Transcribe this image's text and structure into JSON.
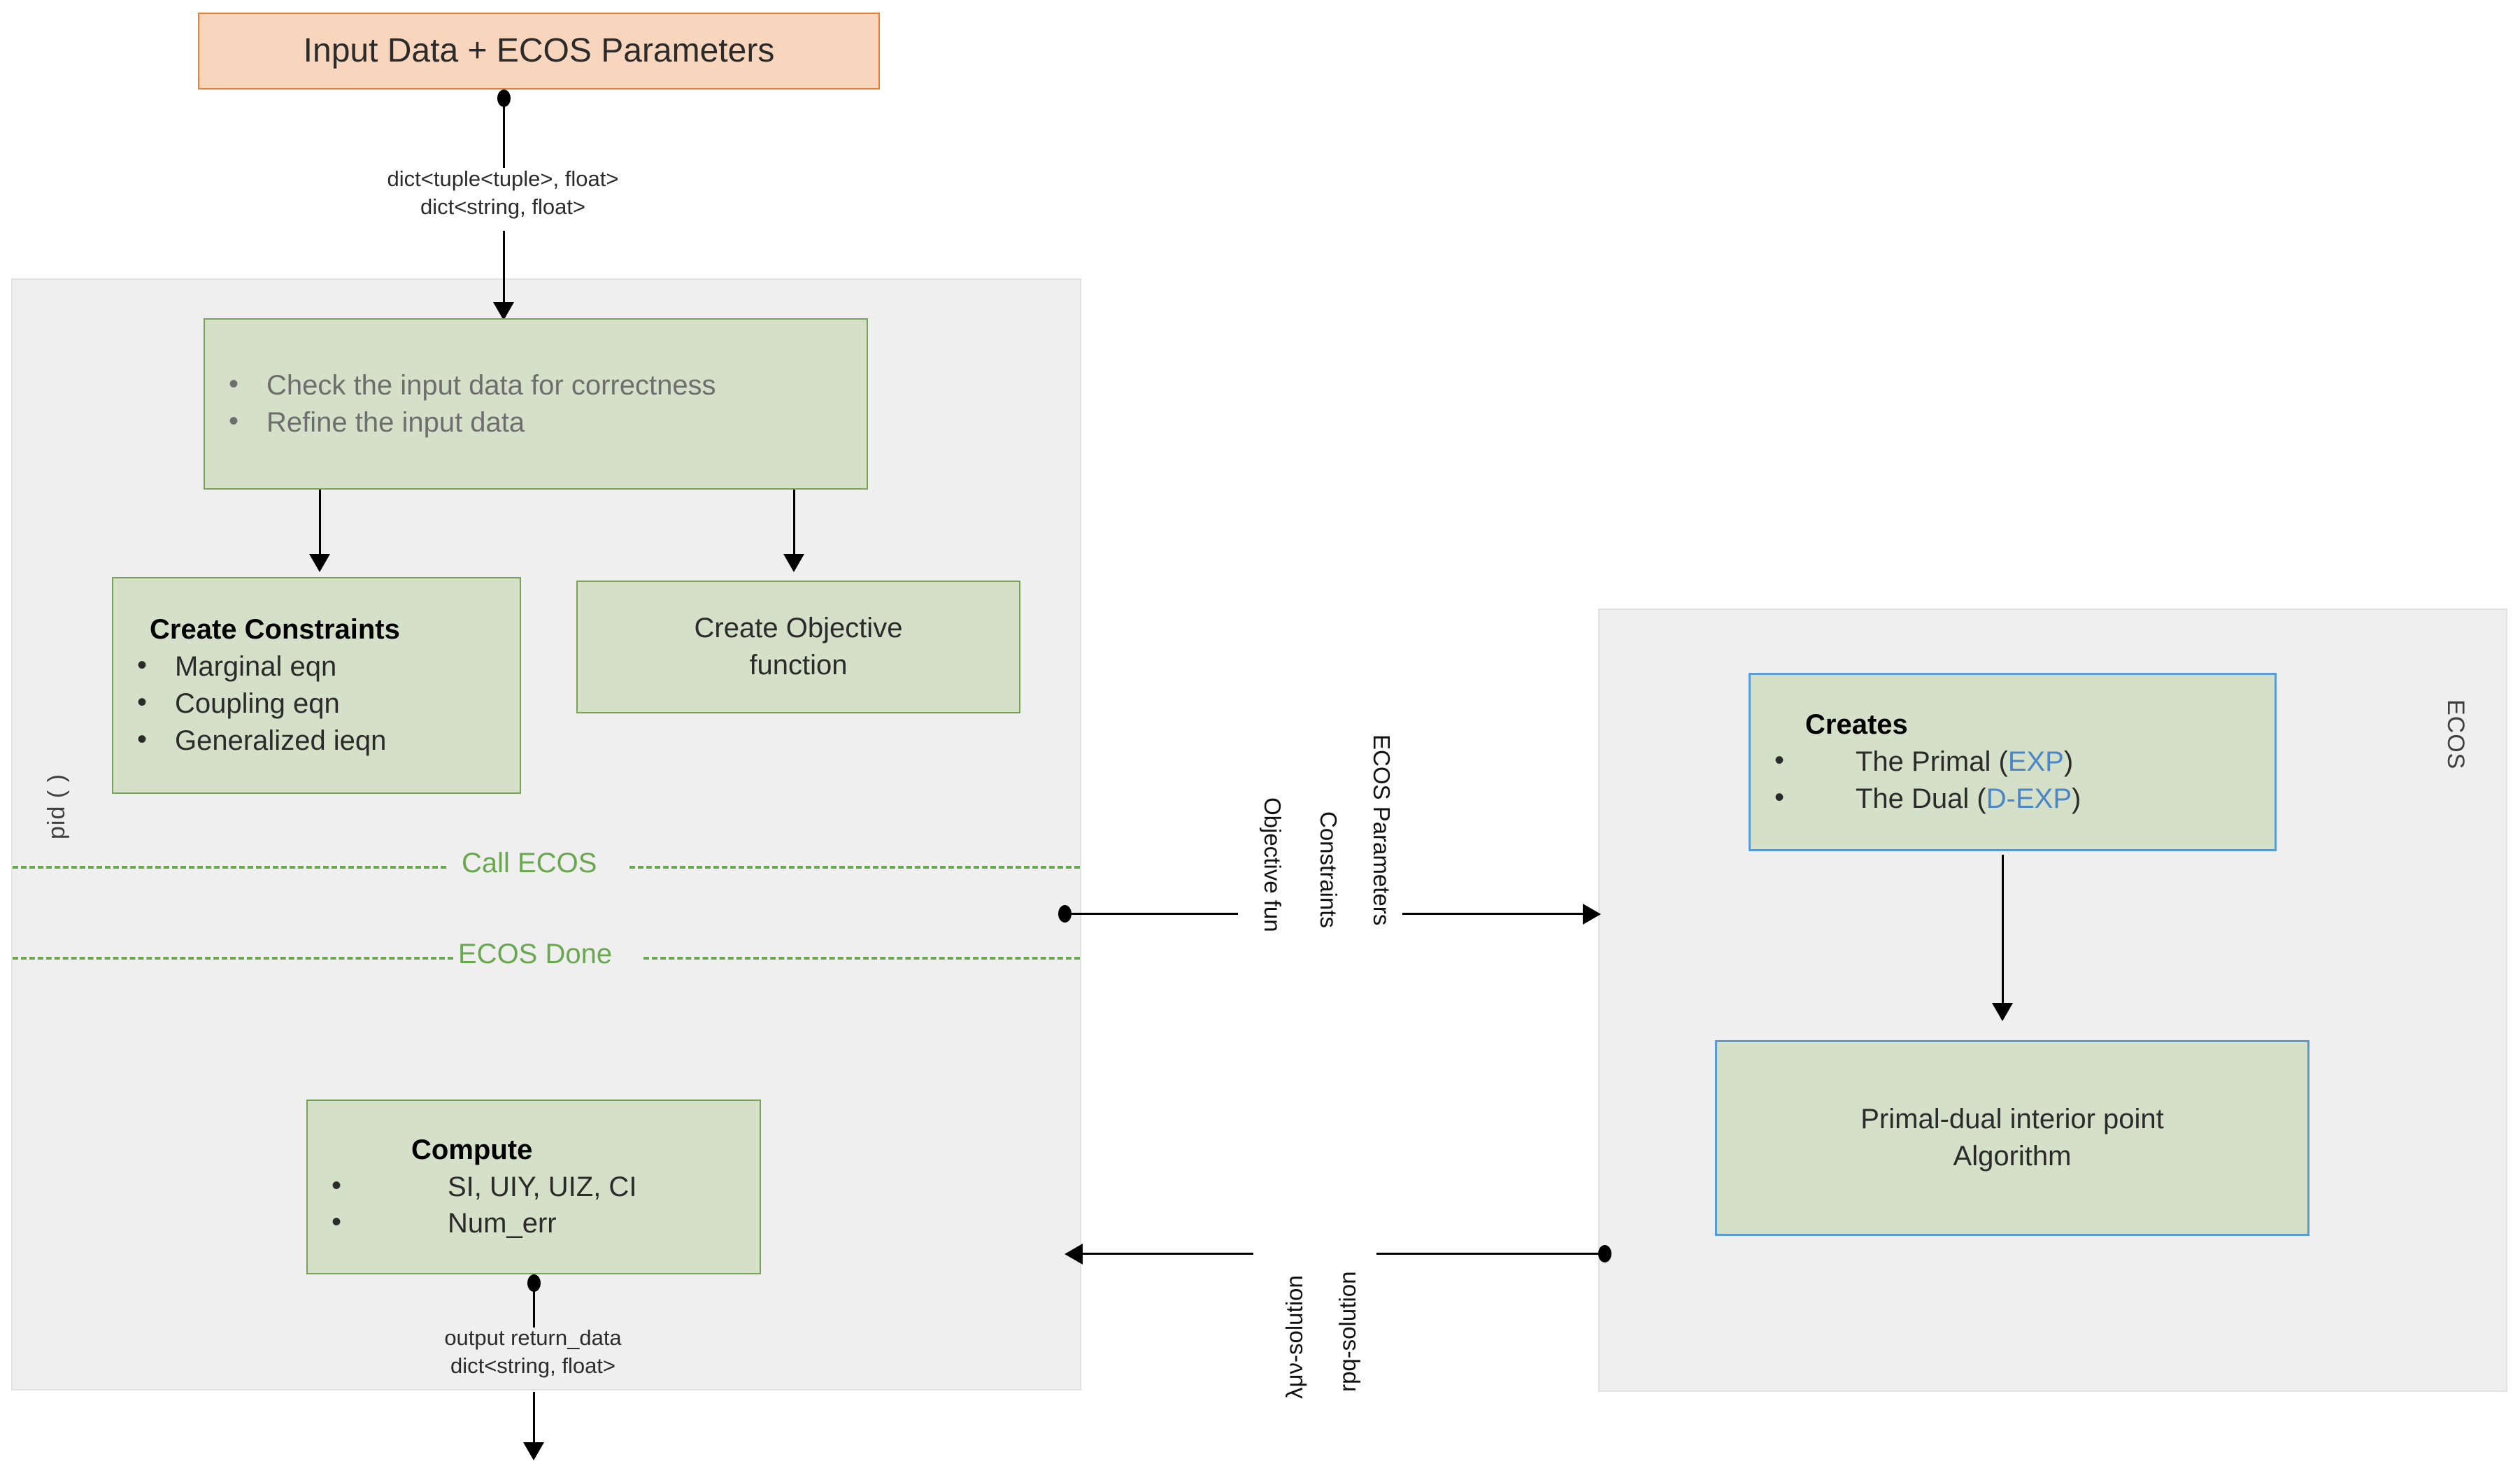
{
  "diagram": {
    "lanes": [
      {
        "name": "pid-lane",
        "label": "pid ( )"
      },
      {
        "name": "ecos-lane",
        "label": "ECOS"
      }
    ],
    "input_node": {
      "label": "Input Data + ECOS Parameters",
      "fill": "#f8d5bd",
      "border": "#ed7d31"
    },
    "input_edge_caption": {
      "line1": "dict<tuple<tuple>, float>",
      "line2": "dict<string, float>"
    },
    "check_node": {
      "bullets": [
        "Check the input data for correctness",
        "Refine the input data"
      ]
    },
    "constraints_node": {
      "title": "Create Constraints",
      "bullets": [
        "Marginal eqn",
        "Coupling eqn",
        "Generalized ieqn"
      ]
    },
    "objective_node": {
      "line1": "Create Objective",
      "line2": "function"
    },
    "separators": [
      {
        "name": "call-ecos",
        "label": "Call ECOS"
      },
      {
        "name": "ecos-done",
        "label": "ECOS Done"
      }
    ],
    "compute_node": {
      "title": "Compute",
      "bullets": [
        "SI, UIY, UIZ, CI",
        "Num_err"
      ]
    },
    "output_edge_caption": {
      "line1": "output return_data",
      "line2": "dict<string, float>"
    },
    "request_edge_labels": [
      "ECOS Parameters",
      "Constraints",
      "Objective fun"
    ],
    "response_edge_labels": [
      "rpq-solution",
      "λμν-solution"
    ],
    "creates_node": {
      "title": "Creates",
      "bullet1_prefix": "The Primal (",
      "bullet1_code": "EXP",
      "bullet1_suffix": ")",
      "bullet2_prefix": "The Dual (",
      "bullet2_code": "D-EXP",
      "bullet2_suffix": ")"
    },
    "algorithm_node": {
      "line1": "Primal-dual interior point",
      "line2": "Algorithm"
    },
    "colors": {
      "green_fill": "#d5e0c8",
      "green_border": "#7aa35a",
      "blue_border": "#5b9bd5",
      "blue_text": "#4a86c8",
      "separator_green": "#6aa84f",
      "panel_fill": "#efefef"
    }
  }
}
